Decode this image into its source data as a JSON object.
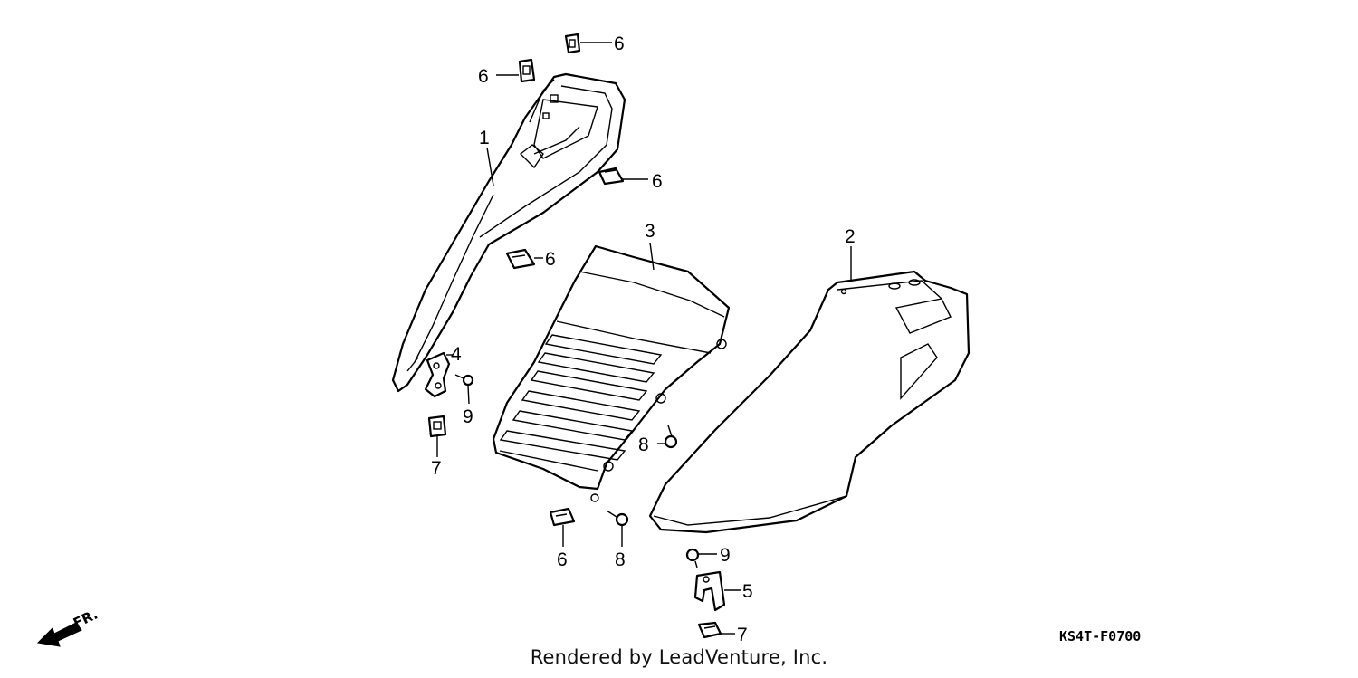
{
  "callouts": [
    "1",
    "2",
    "3",
    "4",
    "5",
    "6",
    "7",
    "8",
    "9"
  ],
  "direction_label": "FR.",
  "diagram_code": "KS4T-F0700",
  "footer": "Rendered by LeadVenture, Inc.",
  "colors": {
    "ink": "#000000",
    "background": "#ffffff"
  }
}
